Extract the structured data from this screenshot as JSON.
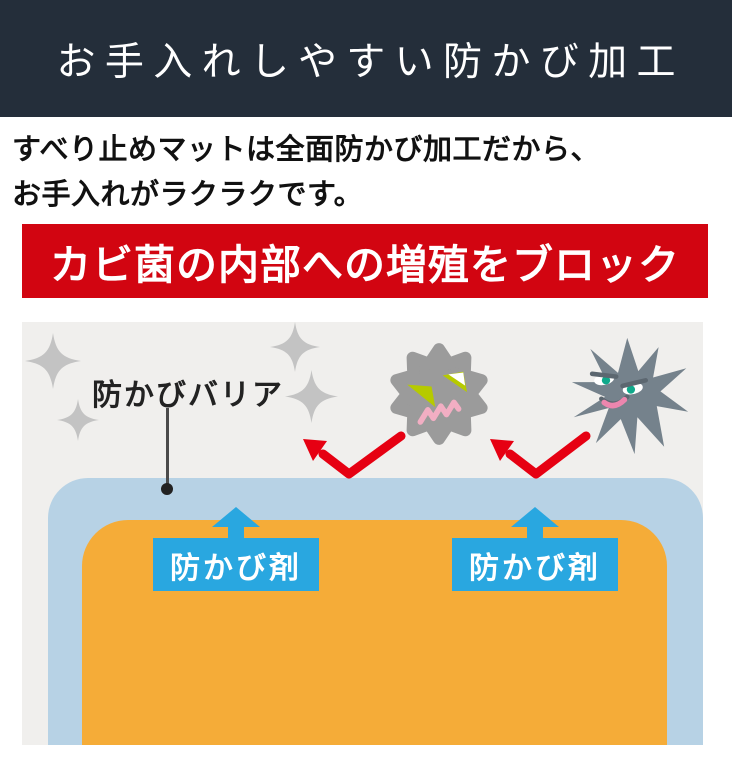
{
  "header": {
    "title": "お手入れしやすい防かび加工"
  },
  "intro": {
    "line1": "すべり止めマットは全面防かび加工だから、",
    "line2": "お手入れがラクラクです。"
  },
  "red_banner": {
    "label": "カビ菌の内部への増殖をブロック"
  },
  "diagram": {
    "barrier_label": "防かびバリア",
    "agent_labels": [
      "防かび剤",
      "防かび剤"
    ],
    "icons": {
      "sparkle": "sparkle-icon",
      "mold_germ_round": "mold-germ-round-icon",
      "mold_germ_spiky": "mold-germ-spiky-icon",
      "deflect_arrow": "deflect-arrow-icon",
      "agent_up_arrow": "up-arrow-icon"
    },
    "colors": {
      "header_bg": "#242e3a",
      "banner_red": "#d20511",
      "diagram_bg": "#f0efed",
      "barrier_blue": "#b7d2e5",
      "mat_orange": "#f5ac38",
      "agent_blue": "#29a7e0",
      "arrow_red": "#e60012",
      "germ_gray": "#9b9b9b",
      "germ_dark_gray": "#75828c",
      "sparkle_gray": "#c3c3c3"
    }
  }
}
